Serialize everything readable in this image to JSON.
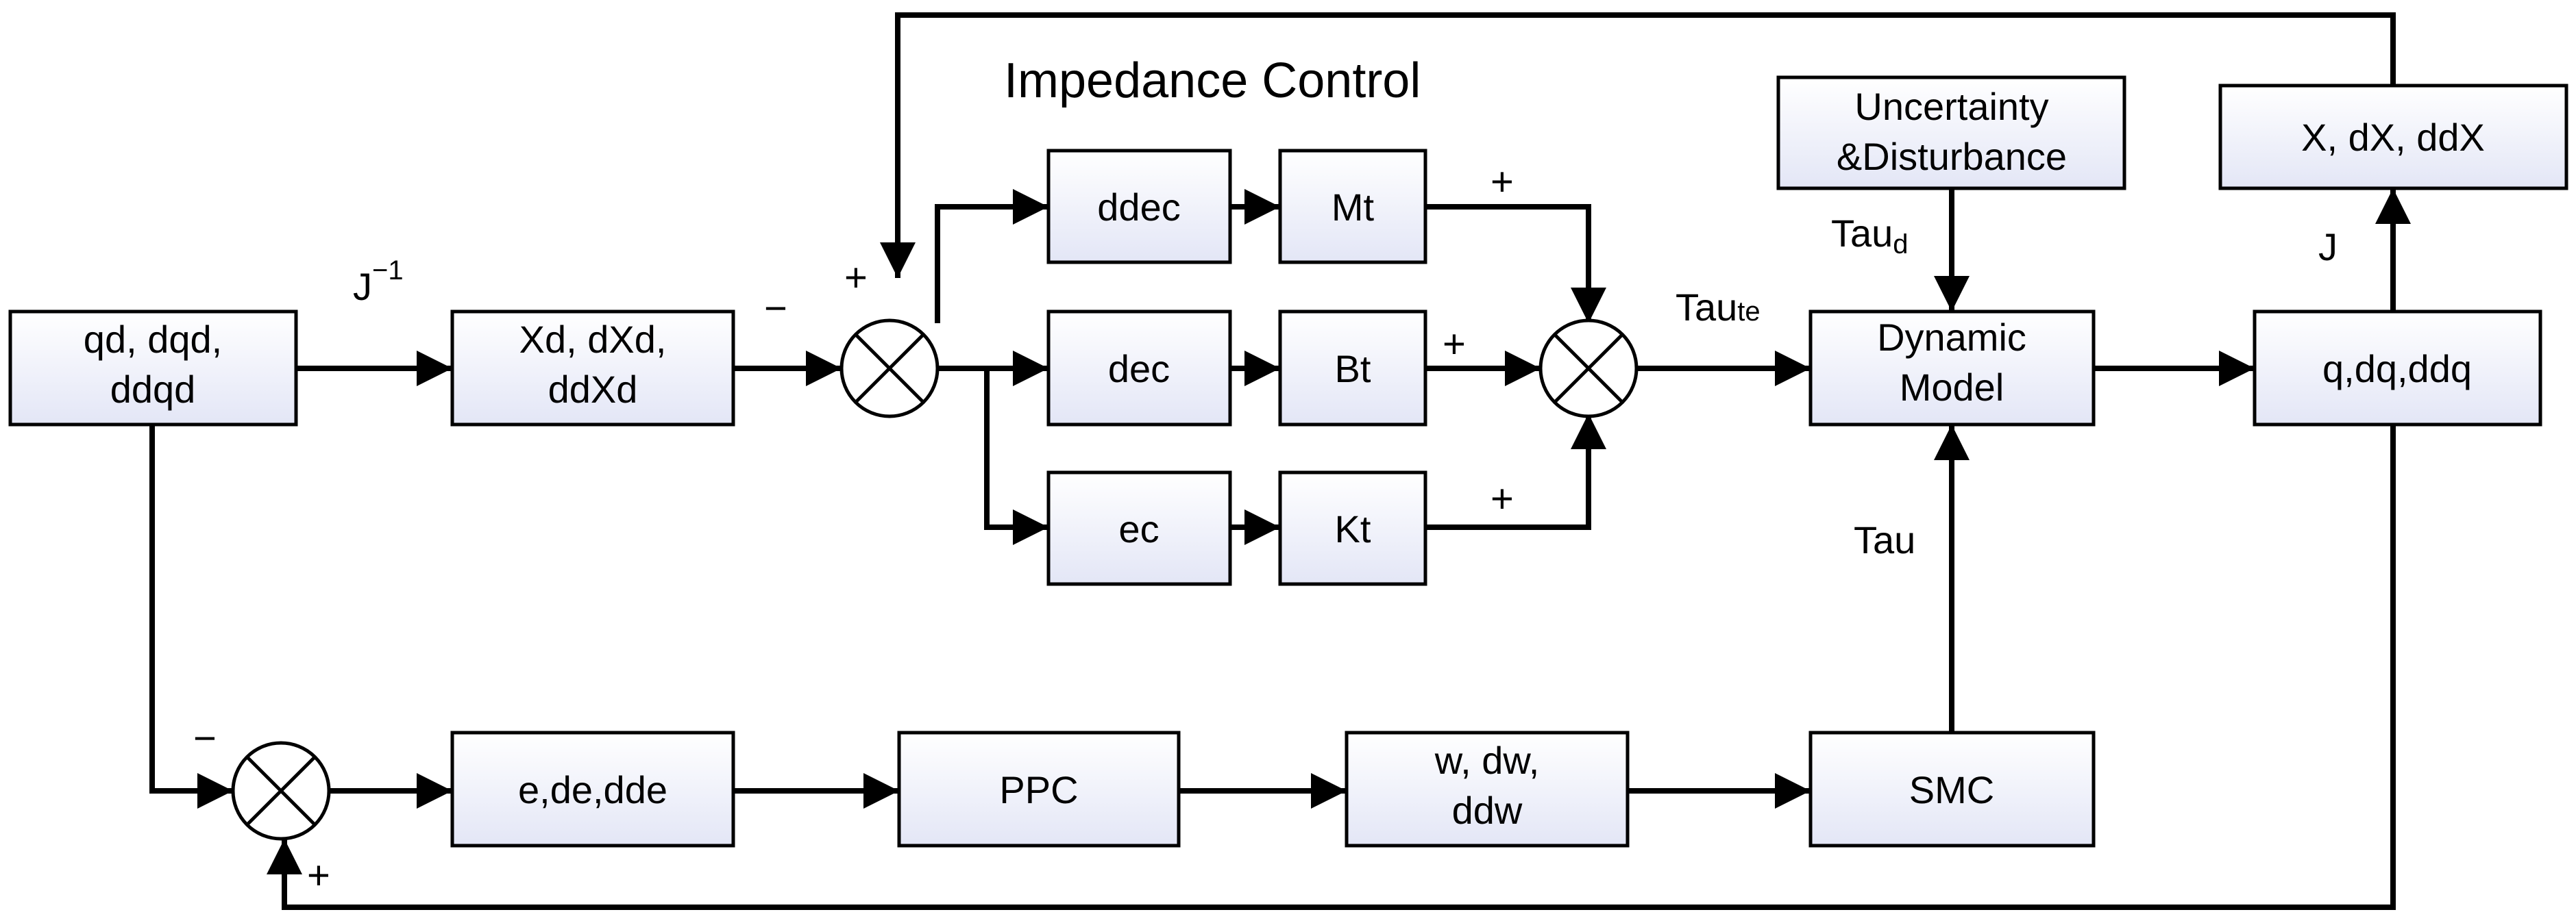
{
  "title": "Impedance Control",
  "blocks": {
    "qd": [
      "qd, dqd,",
      "ddqd"
    ],
    "xd": [
      "Xd, dXd,",
      "ddXd"
    ],
    "ddec": "ddec",
    "dec": "dec",
    "ec": "ec",
    "mt": "Mt",
    "bt": "Bt",
    "kt": "Kt",
    "uncertainty": [
      "Uncertainty",
      "&Disturbance"
    ],
    "dynamic": [
      "Dynamic",
      "Model"
    ],
    "xout": "X, dX, ddX",
    "qout": "q,dq,ddq",
    "err": "e,de,dde",
    "ppc": "PPC",
    "w": [
      "w, dw,",
      "ddw"
    ],
    "smc": "SMC"
  },
  "labels": {
    "jinv_base": "J",
    "jinv_sup": "−1",
    "j": "J",
    "tau_d_base": "Tau",
    "tau_d_sub": "d",
    "tau_te_base": "Tau",
    "tau_te_sub": "te",
    "tau": "Tau"
  },
  "signs": {
    "plus": "+",
    "minus": "−"
  }
}
